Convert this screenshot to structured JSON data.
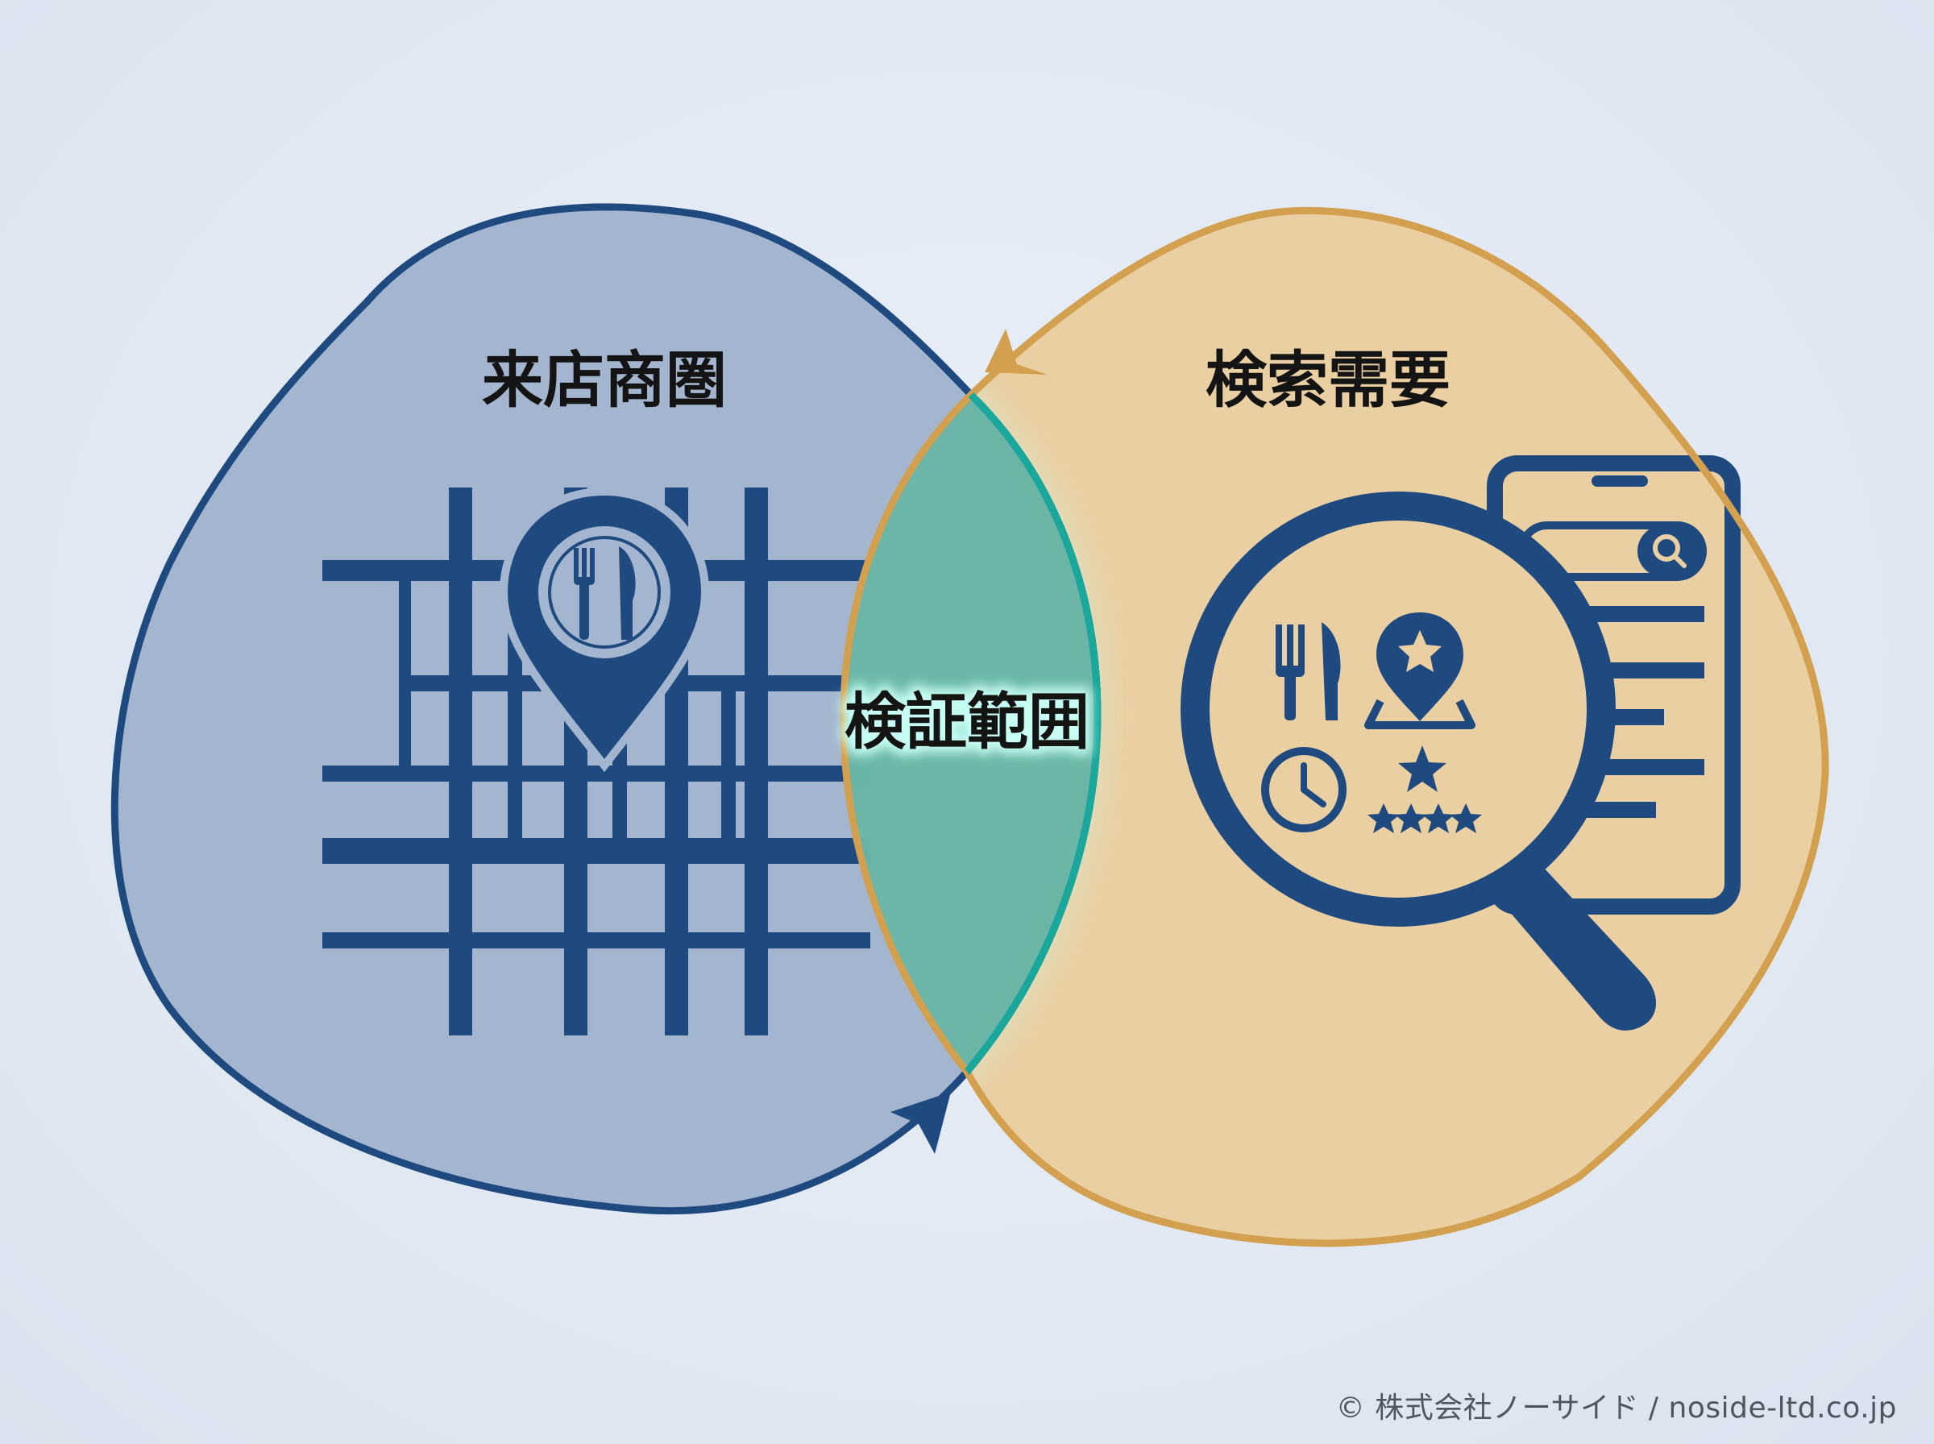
{
  "left_region": {
    "label": "来店商圏",
    "icons": [
      "street-grid-icon",
      "restaurant-map-pin-icon"
    ]
  },
  "right_region": {
    "label": "検索需要",
    "icons": [
      "smartphone-icon",
      "search-bar-icon",
      "magnifying-glass-icon",
      "fork-knife-icon",
      "map-star-pin-icon",
      "clock-icon",
      "star-rating-icon"
    ]
  },
  "overlap_region": {
    "label": "検証範囲"
  },
  "footer": {
    "copyright": "© 株式会社ノーサイド / noside-ltd.co.jp"
  },
  "colors": {
    "navy": "#1f4a80",
    "left_fill": "#a4b6cf",
    "gold": "#d3a04f",
    "right_fill": "#eacfa2",
    "overlap_fill": "#65b3a5",
    "overlap_stroke": "#1aa89c",
    "glow": "#c8fff4"
  }
}
